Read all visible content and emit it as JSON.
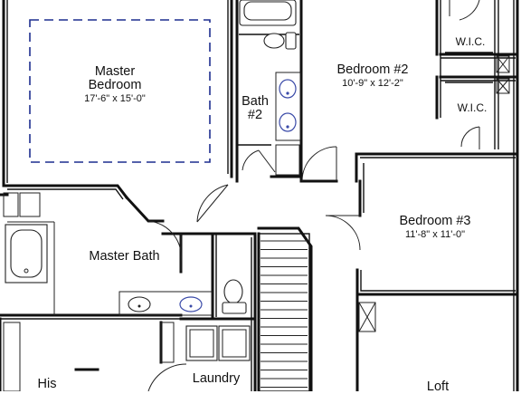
{
  "rooms": {
    "master_bedroom": {
      "name_line1": "Master",
      "name_line2": "Bedroom",
      "dims": "17'-6\" x 15'-0\""
    },
    "bath2": {
      "name_line1": "Bath",
      "name_line2": "#2"
    },
    "bedroom2": {
      "name": "Bedroom #2",
      "dims": "10'-9\" x 12'-2\""
    },
    "wic_upper": {
      "name": "W.I.C."
    },
    "wic_lower": {
      "name": "W.I.C."
    },
    "bedroom3": {
      "name": "Bedroom #3",
      "dims": "11'-8\" x 11'-0\""
    },
    "master_bath": {
      "name": "Master Bath"
    },
    "laundry": {
      "name": "Laundry"
    },
    "his": {
      "name": "His"
    },
    "loft": {
      "name": "Loft"
    }
  },
  "colors": {
    "wall": "#111111",
    "tray_ceiling_dash": "#1d2e8f",
    "sink_outline": "#3a4aa8",
    "background": "#ffffff"
  }
}
